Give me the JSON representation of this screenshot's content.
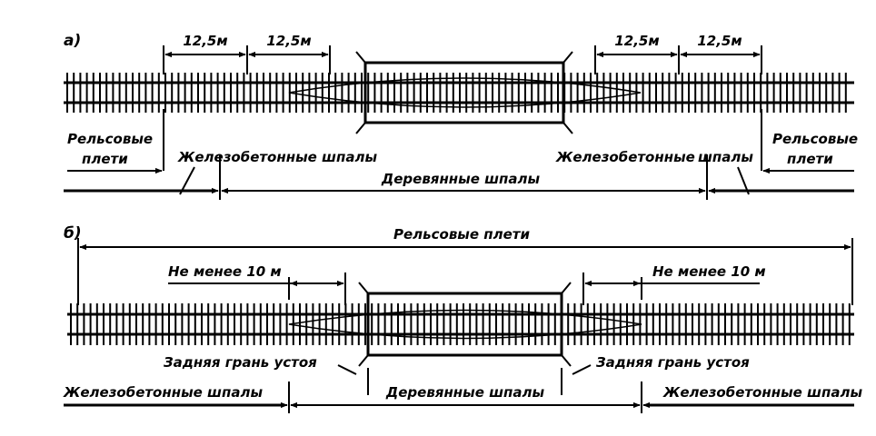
{
  "panel_a": {
    "tag": "а)",
    "dim_left_1": "12,5м",
    "dim_left_2": "12,5м",
    "dim_right_1": "12,5м",
    "dim_right_2": "12,5м",
    "rail_strings_left_1": "Рельсовые",
    "rail_strings_left_2": "плети",
    "rail_strings_right_1": "Рельсовые",
    "rail_strings_right_2": "плети",
    "concrete_left": "Железобетонные шпалы",
    "concrete_right_1": "Железобетонные",
    "concrete_right_2": "шпалы",
    "wooden": "Деревянные шпалы"
  },
  "panel_b": {
    "tag": "б)",
    "rail_strings": "Рельсовые плети",
    "min_left": "Не менее 10 м",
    "min_right": "Не менее 10 м",
    "abutment_left": "Задняя грань устоя",
    "abutment_right": "Задняя грань устоя",
    "concrete_left": "Железобетонные шпалы",
    "wooden": "Деревянные шпалы",
    "concrete_right": "Железобетонные шпалы"
  }
}
